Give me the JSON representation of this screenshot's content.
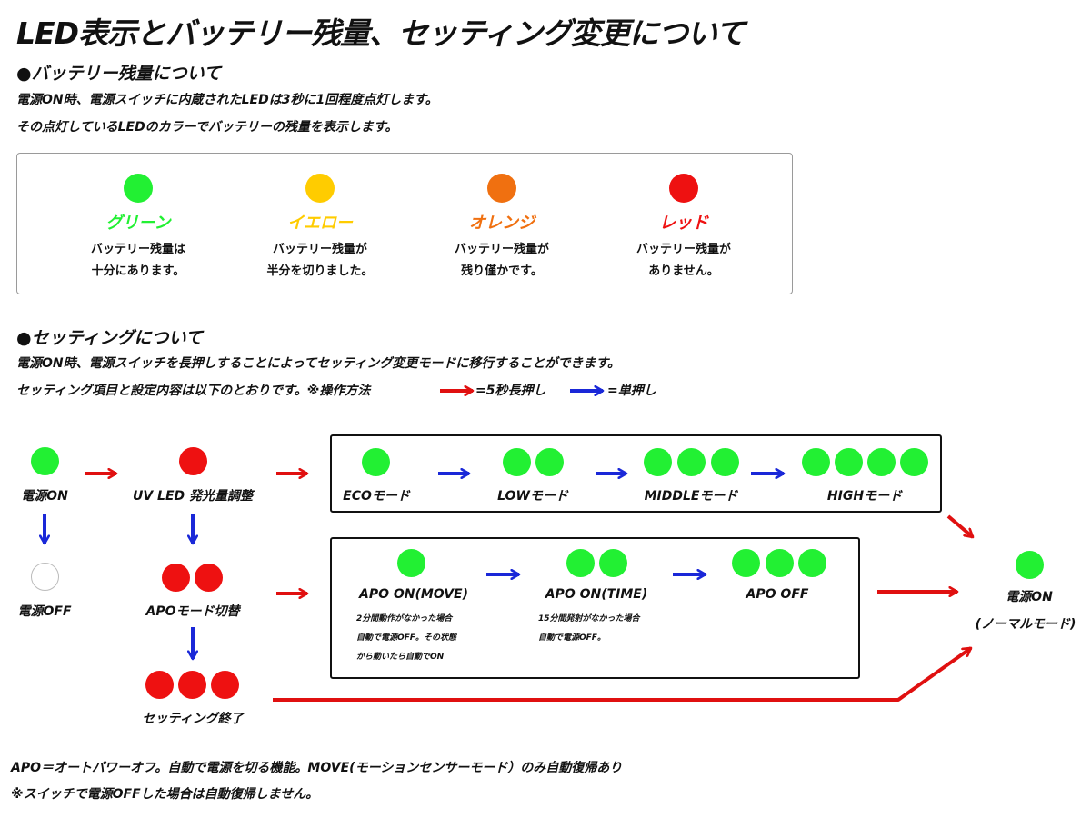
{
  "title": "LED表示とバッテリー残量、セッティング変更について",
  "battery": {
    "heading": "●バッテリー残量について",
    "line1": "電源ON時、電源スイッチに内蔵されたLEDは3秒に1回程度点灯します。",
    "line2": "その点灯しているLEDのカラーでバッテリーの残量を表示します。",
    "levels": [
      {
        "name": "グリーン",
        "color": "#22f033",
        "desc1": "バッテリー残量は",
        "desc2": "十分にあります。"
      },
      {
        "name": "イエロー",
        "color": "#ffcc00",
        "desc1": "バッテリー残量が",
        "desc2": "半分を切りました。"
      },
      {
        "name": "オレンジ",
        "color": "#f07010",
        "desc1": "バッテリー残量が",
        "desc2": "残り僅かです。"
      },
      {
        "name": "レッド",
        "color": "#ee1111",
        "desc1": "バッテリー残量が",
        "desc2": "ありません。"
      }
    ]
  },
  "setting": {
    "heading": "●セッティングについて",
    "line1": "電源ON時、電源スイッチを長押しすることによってセッティング変更モードに移行することができます。",
    "line2": "セッティング項目と設定内容は以下のとおりです。※操作方法",
    "long_press": "=5秒長押し",
    "short_press": "=単押し",
    "long_press_color": "#e01010",
    "short_press_color": "#1a28d8"
  },
  "flow": {
    "power_on": "電源ON",
    "power_off": "電源OFF",
    "uv_led": "UV LED 発光量調整",
    "apo_mode": "APOモード切替",
    "setting_end": "セッティング終了",
    "modes": [
      "ECOモード",
      "LOWモード",
      "MIDDLEモード",
      "HIGHモード"
    ],
    "apo": [
      {
        "label": "APO ON(MOVE)",
        "note1": "2分間動作がなかった場合",
        "note2": "自動で電源OFF。その状態",
        "note3": "から動いたら自動でON"
      },
      {
        "label": "APO ON(TIME)",
        "note1": "15分間発射がなかった場合",
        "note2": "自動で電源OFF。"
      },
      {
        "label": "APO OFF"
      }
    ],
    "normal_line1": "電源ON",
    "normal_line2": "(ノーマルモード)"
  },
  "footer": {
    "line1": "APO＝オートパワーオフ。自動で電源を切る機能。MOVE(モーションセンサーモード）のみ自動復帰あり",
    "line2": "※スイッチで電源OFFした場合は自動復帰しません。"
  }
}
